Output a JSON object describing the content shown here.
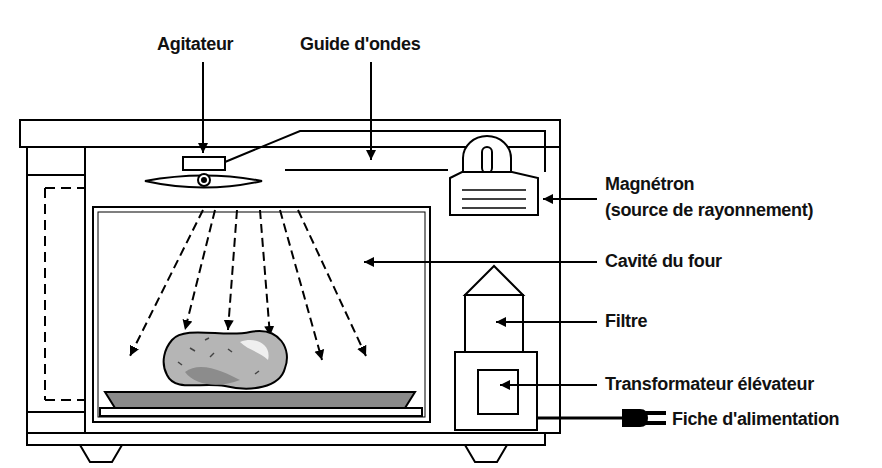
{
  "diagram": {
    "labels": [
      "Agitateur",
      "Guide d'ondes",
      "Magnétron",
      "(source de rayonnement)",
      "Cavité du four",
      "Filtre",
      "Transformateur élévateur",
      "Fiche d'alimentation"
    ]
  }
}
